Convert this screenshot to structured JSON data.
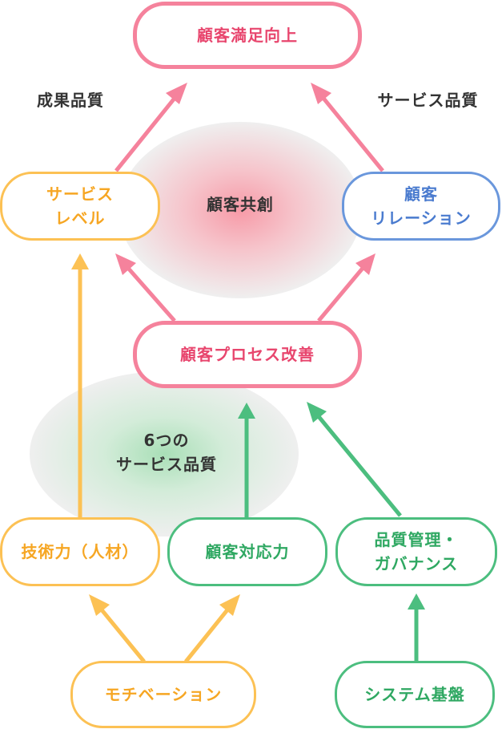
{
  "colors": {
    "pink": "#f5829c",
    "pink_text": "#e8466e",
    "orange": "#fcc154",
    "orange_text": "#f6a623",
    "blue": "#6a97dc",
    "blue_text": "#4a7bcf",
    "green": "#4cbe7f",
    "green_text": "#2fa862",
    "label_text": "#333333"
  },
  "nodes": {
    "top": "顧客満足向上",
    "service_level": [
      "サービス",
      "レベル"
    ],
    "customer_relation": [
      "顧客",
      "リレーション"
    ],
    "process": "顧客プロセス改善",
    "skill": "技術力（人材）",
    "response": "顧客対応力",
    "governance": [
      "品質管理・",
      "ガバナンス"
    ],
    "motivation": "モチベーション",
    "system": "システム基盤"
  },
  "labels": {
    "result_quality": "成果品質",
    "service_quality": "サービス品質",
    "cocreation": "顧客共創",
    "six_quality": [
      "6つの",
      "サービス品質"
    ]
  }
}
